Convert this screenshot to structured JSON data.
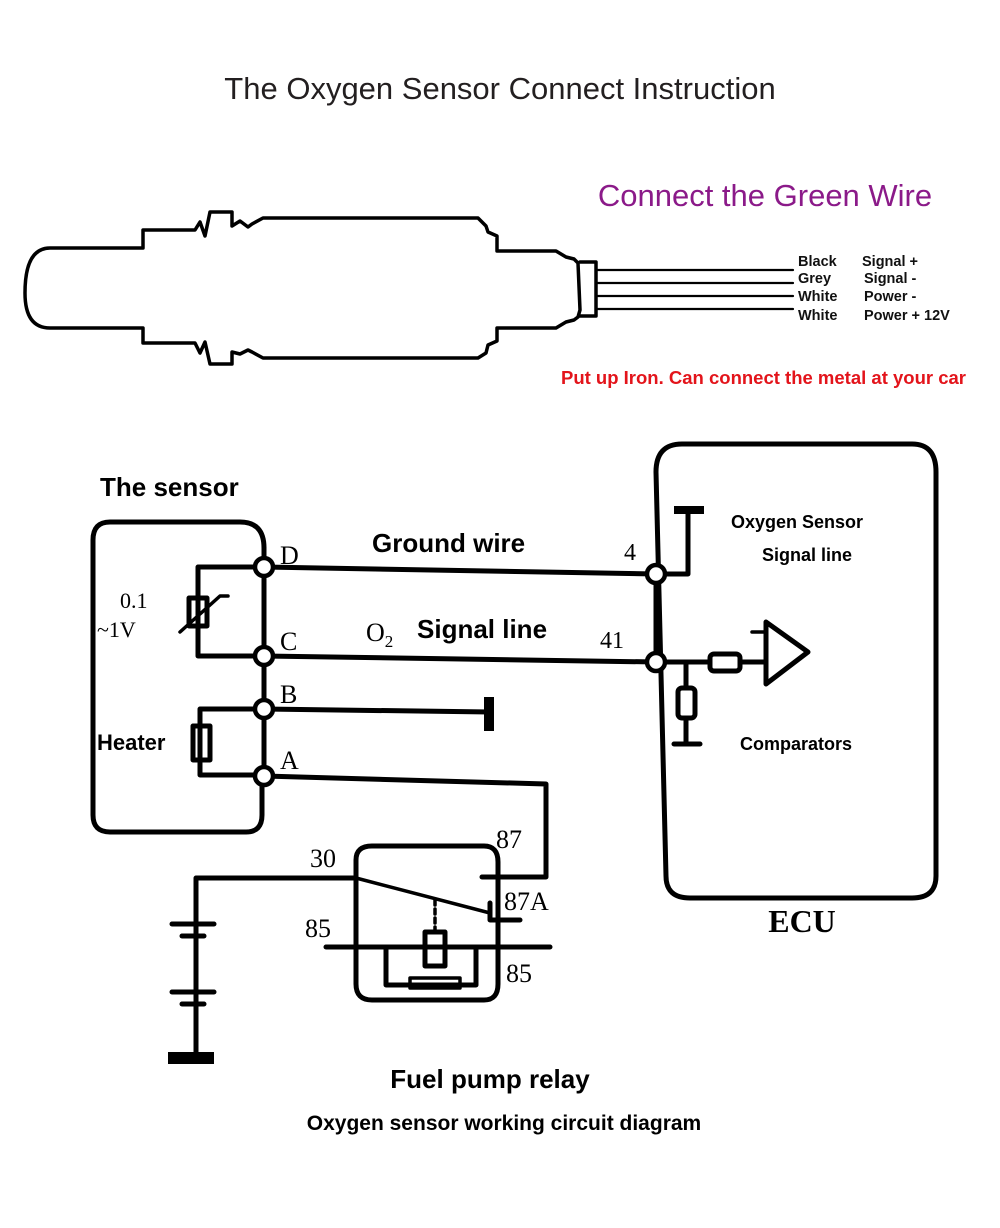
{
  "title": "The Oxygen Sensor Connect Instruction",
  "top_section": {
    "heading": "Connect the Green Wire",
    "heading_color": "#8b1a89",
    "wires": [
      {
        "color": "Black",
        "function": "Signal +"
      },
      {
        "color": "Grey",
        "function": "Signal -"
      },
      {
        "color": "White",
        "function": "Power -"
      },
      {
        "color": "White",
        "function": "Power + 12V"
      }
    ],
    "note": "Put up Iron. Can connect the metal at your car",
    "note_color": "#e3141b"
  },
  "circuit": {
    "sensor_label": "The sensor",
    "voltage_top": "0.1",
    "voltage_bottom": "~1V",
    "heater_label": "Heater",
    "terminals": [
      "D",
      "C",
      "B",
      "A"
    ],
    "ground_wire_label": "Ground wire",
    "o2_label": "O",
    "o2_sub": "2",
    "signal_line_label": "Signal line",
    "ecu_pin_ground": "4",
    "ecu_pin_signal": "41",
    "ecu_oxygen_label_1": "Oxygen Sensor",
    "ecu_oxygen_label_2": "Signal line",
    "comparators_label": "Comparators",
    "ecu_label": "ECU",
    "relay_pins": {
      "p30": "30",
      "p87": "87",
      "p87a": "87A",
      "p85_left": "85",
      "p85_right": "85"
    },
    "relay_label": "Fuel pump relay",
    "caption": "Oxygen sensor working circuit diagram"
  }
}
